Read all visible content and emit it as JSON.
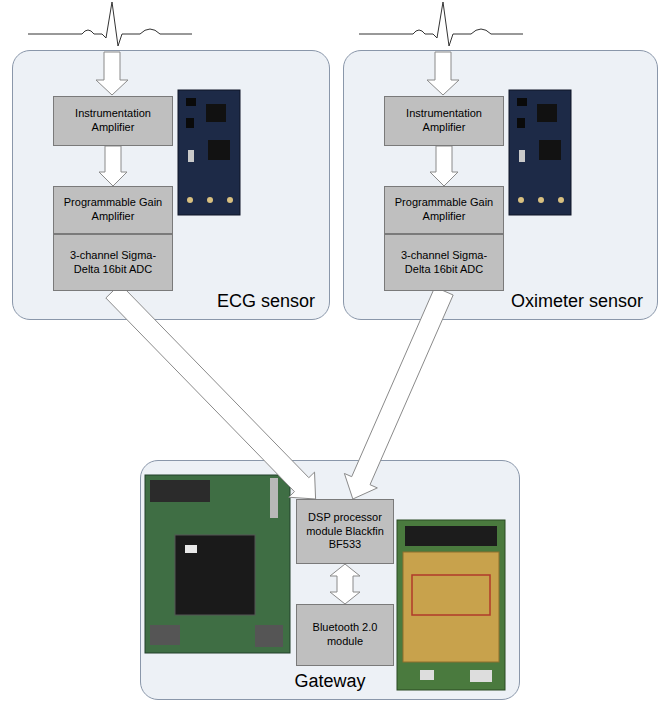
{
  "diagram": {
    "nodes": [
      {
        "text": [
          "ECG sensor"
        ]
      },
      {
        "text": [
          "Instrumentation Amplifier"
        ],
        "in": 0
      },
      {
        "text": [
          "Programmable Gain Amplifier"
        ],
        "in": 0
      },
      {
        "text": [
          "3-channel Sigma-Delta 16bit ADC"
        ],
        "in": 0
      },
      {
        "text": [
          "Oximeter sensor"
        ]
      },
      {
        "text": [
          "Instrumentation Amplifier"
        ],
        "in": 4
      },
      {
        "text": [
          "Programmable Gain Amplifier"
        ],
        "in": 4
      },
      {
        "text": [
          "3-channel Sigma-Delta 16bit ADC"
        ],
        "in": 4
      },
      {
        "text": [
          "Gateway"
        ]
      },
      {
        "text": [
          "DSP processor module Blackfin BF533"
        ],
        "in": 8
      },
      {
        "text": [
          "Bluetooth 2.0 module"
        ],
        "in": 8
      }
    ],
    "edges": [
      {
        "from": 1,
        "to": 2,
        "arrow": "to"
      },
      {
        "from": 5,
        "to": 6,
        "arrow": "to"
      },
      {
        "from": 3,
        "to": 9,
        "arrow": "to"
      },
      {
        "from": 7,
        "to": 9,
        "arrow": "to"
      },
      {
        "from": 9,
        "to": 10,
        "arrow": "both"
      }
    ]
  }
}
